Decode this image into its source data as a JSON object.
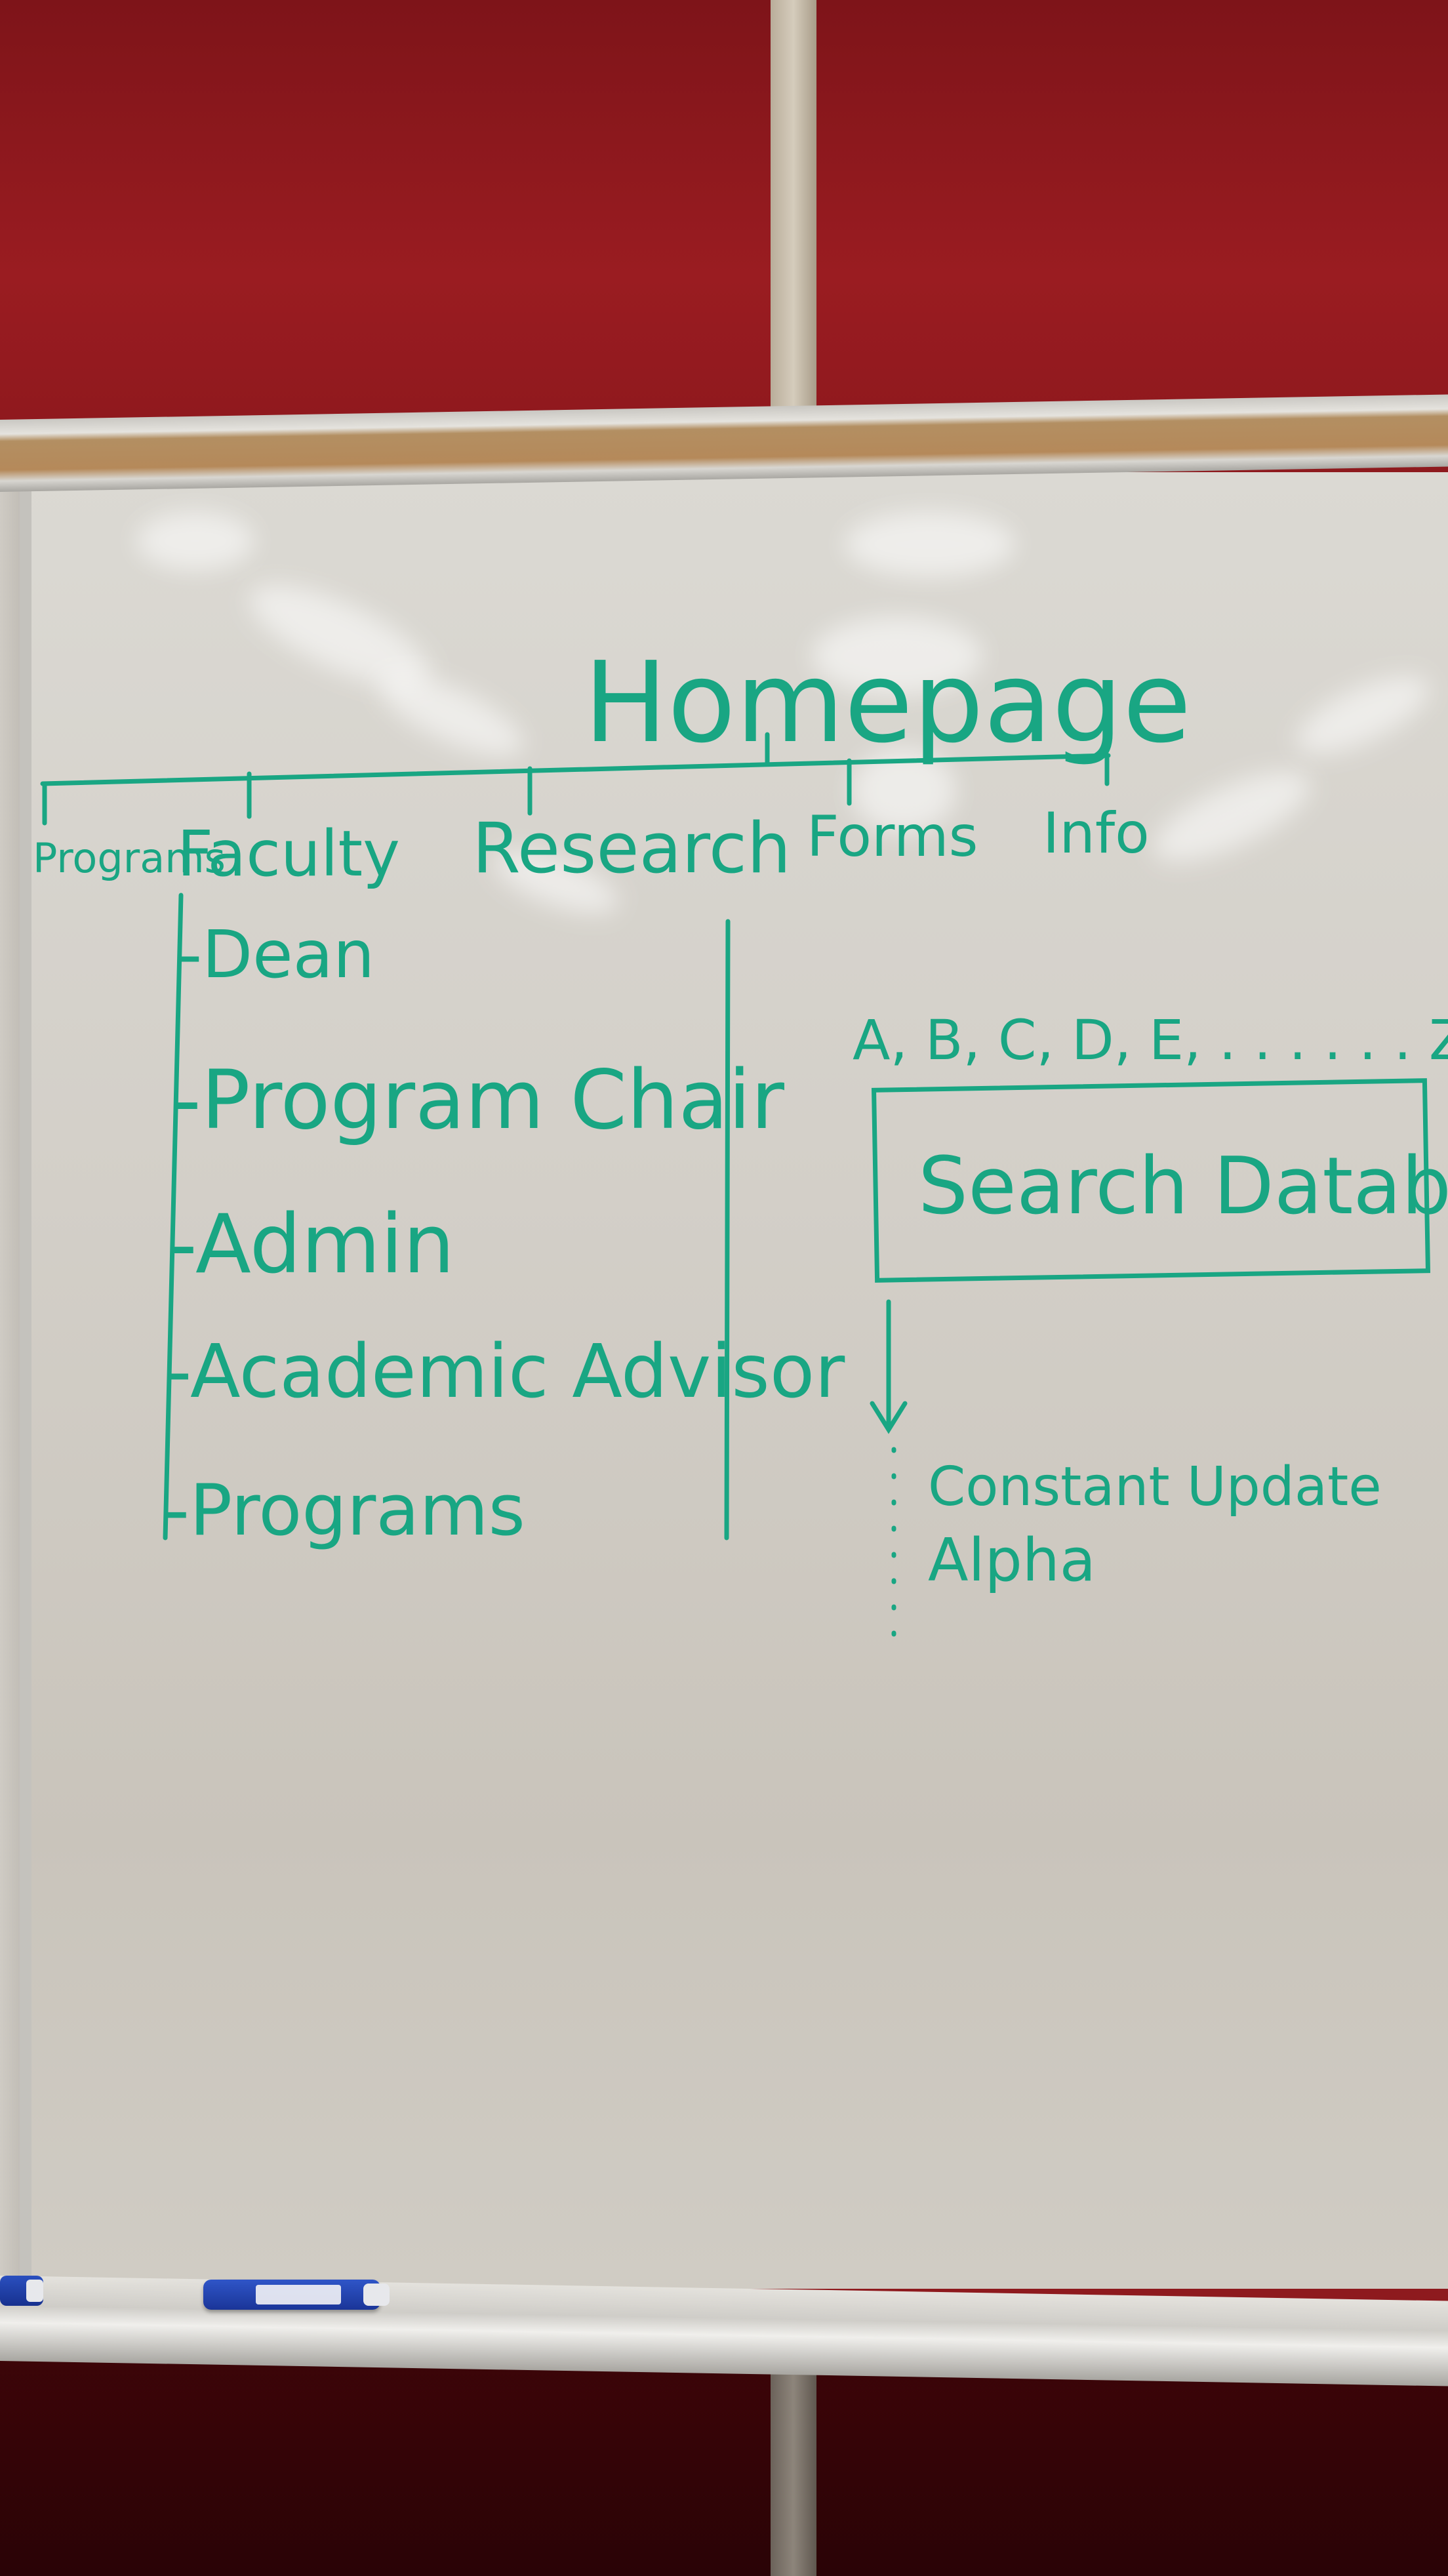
{
  "whiteboard": {
    "title": "Homepage",
    "nav": {
      "programs": "Programs",
      "faculty": "Faculty",
      "research": "Research",
      "forms": "Forms",
      "info": "Info"
    },
    "faculty_items": [
      "-Dean",
      "-Program Chair",
      "-Admin",
      "-Academic Advisor",
      "-Programs"
    ],
    "alphabet": "A, B, C, D, E, . . . . . . Z",
    "search_box": "Search Database",
    "notes": [
      "Constant Update",
      "Alpha"
    ]
  },
  "colors": {
    "ink": "#19a683",
    "wall": "#8e1a1e",
    "board": "#d6d3cc",
    "marker": "#2a4fbf"
  }
}
